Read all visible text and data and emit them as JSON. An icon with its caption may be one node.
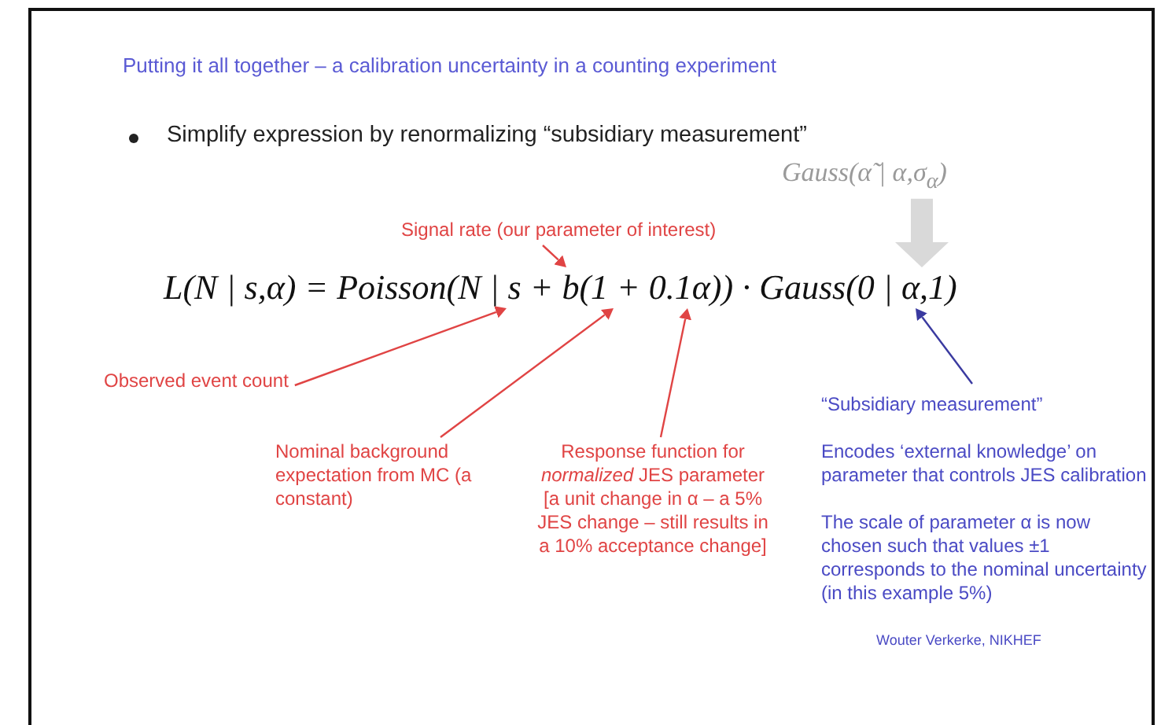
{
  "diagram": {
    "title": "Putting it all together – a calibration uncertainty in a counting experiment",
    "nodes": [
      {
        "text": [
          "Gauss(α̃ | α,σ$_{α}$)"
        ]
      },
      {
        "text": [
          "Signal rate (our parameter of interest)"
        ]
      },
      {
        "text": [
          "L(N | s,α) = Poisson(N | s + b(1 + 0.1α)) · Gauss(0 | α,1)"
        ]
      },
      {
        "text": [
          "Observed event count"
        ]
      },
      {
        "text": [
          "Nominal background expectation from MC (a constant)"
        ]
      },
      {
        "text": [
          "Response function for *normalized* JES parameter",
          "[a unit change in α – a 5% JES change – still results in a 10% acceptance change]"
        ]
      },
      {
        "text": [
          "“Subsidiary measurement”",
          "Encodes ‘external knowledge’ on parameter that controls JES calibration",
          "The scale of parameter α is now chosen such that values ±1 corresponds to the nominal uncertainty (in this example 5%)"
        ]
      }
    ],
    "edges": [
      {
        "from": 0,
        "to": 2,
        "arrow": "to",
        "style": "thick",
        "color": "#d9d9d9"
      },
      {
        "from": 1,
        "to": 2,
        "arrow": "to"
      },
      {
        "from": 3,
        "to": 2,
        "arrow": "to"
      },
      {
        "from": 4,
        "to": 2,
        "arrow": "to"
      },
      {
        "from": 5,
        "to": 2,
        "arrow": "to"
      },
      {
        "from": 6,
        "to": 2,
        "arrow": "to",
        "color": "#3a3aa0"
      }
    ],
    "labels": [
      "Simplify expression by renormalizing “subsidiary measurement”",
      "Wouter Verkerke, NIKHEF"
    ]
  }
}
